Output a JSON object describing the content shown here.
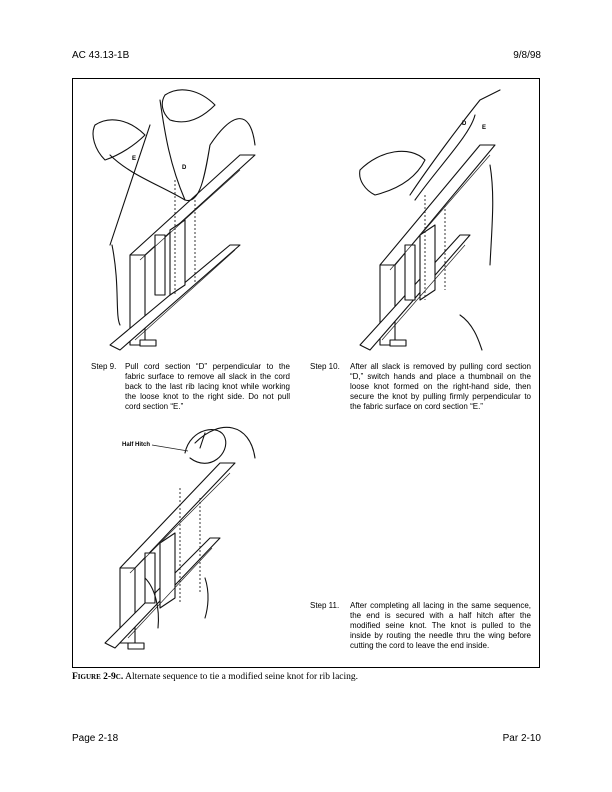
{
  "header": {
    "doc_id": "AC 43.13-1B",
    "date": "9/8/98"
  },
  "steps": [
    {
      "number": "Step 9.",
      "text": "Pull cord section “D” perpendicular to the fabric surface to remove all slack in the cord back to the last rib lacing knot while working the loose knot to the right side.  Do not pull cord section “E.”"
    },
    {
      "number": "Step 10.",
      "text": "After all slack is removed by pulling cord section “D,” switch hands and place a thumbnail on the loose knot formed on the right-hand side, then secure the knot by pulling firmly perpendicular to the fabric surface on cord section “E.”"
    },
    {
      "number": "Step 11.",
      "text": "After completing all lacing in the same sequence, the end is secured with a half hitch after the modified seine knot.  The knot is pulled to the inside by routing the needle thru the wing before cutting the cord to leave the end inside."
    }
  ],
  "illustration_labels": {
    "cord_e": "E",
    "cord_d": "D",
    "half_hitch": "Half Hitch"
  },
  "caption": {
    "lead": "Figure 2-9c.",
    "text": " Alternate sequence to tie a modified seine knot for rib lacing."
  },
  "footer": {
    "page": "Page 2-18",
    "paragraph": "Par 2-10"
  }
}
